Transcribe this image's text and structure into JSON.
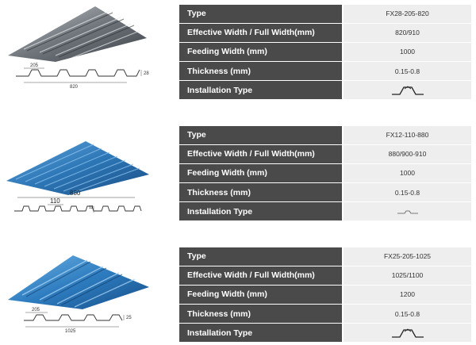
{
  "labels": {
    "type": "Type",
    "width": "Effective Width / Full Width(mm)",
    "feeding": "Feeding Width (mm)",
    "thickness": "Thickness (mm)",
    "installation": "Installation Type"
  },
  "products": [
    {
      "type": "FX28-205-820",
      "width": "820/910",
      "feeding": "1000",
      "thickness": "0.15-0.8",
      "dims": {
        "pitch": "205",
        "total": "820",
        "height": "28"
      },
      "color": "#8e9398",
      "installation_icon": "trapezoid-rib-icon"
    },
    {
      "type": "FX12-110-880",
      "width": "880/900-910",
      "feeding": "1000",
      "thickness": "0.15-0.8",
      "dims": {
        "pitch": "110",
        "total": "880",
        "height": "12"
      },
      "color": "#2f78b8",
      "installation_icon": "small-rib-icon"
    },
    {
      "type": "FX25-205-1025",
      "width": "1025/1100",
      "feeding": "1200",
      "thickness": "0.15-0.8",
      "dims": {
        "pitch": "205",
        "total": "1025",
        "height": "25"
      },
      "color": "#2f7fc0",
      "installation_icon": "trapezoid-rib-icon"
    }
  ]
}
